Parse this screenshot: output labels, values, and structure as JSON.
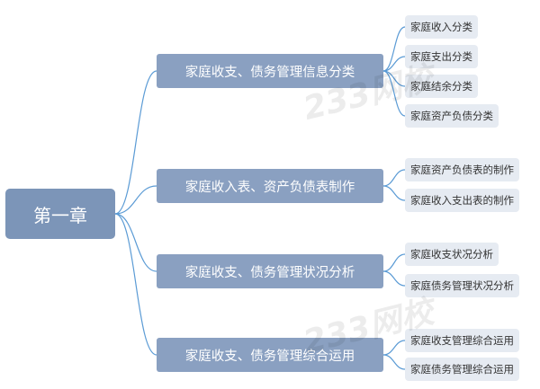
{
  "diagram": {
    "root": {
      "label": "第一章"
    },
    "branches": [
      {
        "label": "家庭收支、债务管理信息分类",
        "leaves": [
          "家庭收入分类",
          "家庭支出分类",
          "家庭结余分类",
          "家庭资产负债分类"
        ]
      },
      {
        "label": "家庭收入表、资产负债表制作",
        "leaves": [
          "家庭资产负债表的制作",
          "家庭收入支出表的制作"
        ]
      },
      {
        "label": "家庭收支、债务管理状况分析",
        "leaves": [
          "家庭收支状况分析",
          "家庭债务管理状况分析"
        ]
      },
      {
        "label": "家庭收支、债务管理综合运用",
        "leaves": [
          "家庭收支管理综合运用",
          "家庭债务管理综合运用"
        ]
      }
    ]
  },
  "watermarks": [
    "233网校",
    "233网校"
  ],
  "colors": {
    "root_fill": "#7c95b8",
    "branch_fill": "#8aa0c1",
    "leaf_fill": "#e6ebf2",
    "connector": "#5b9bd5"
  }
}
